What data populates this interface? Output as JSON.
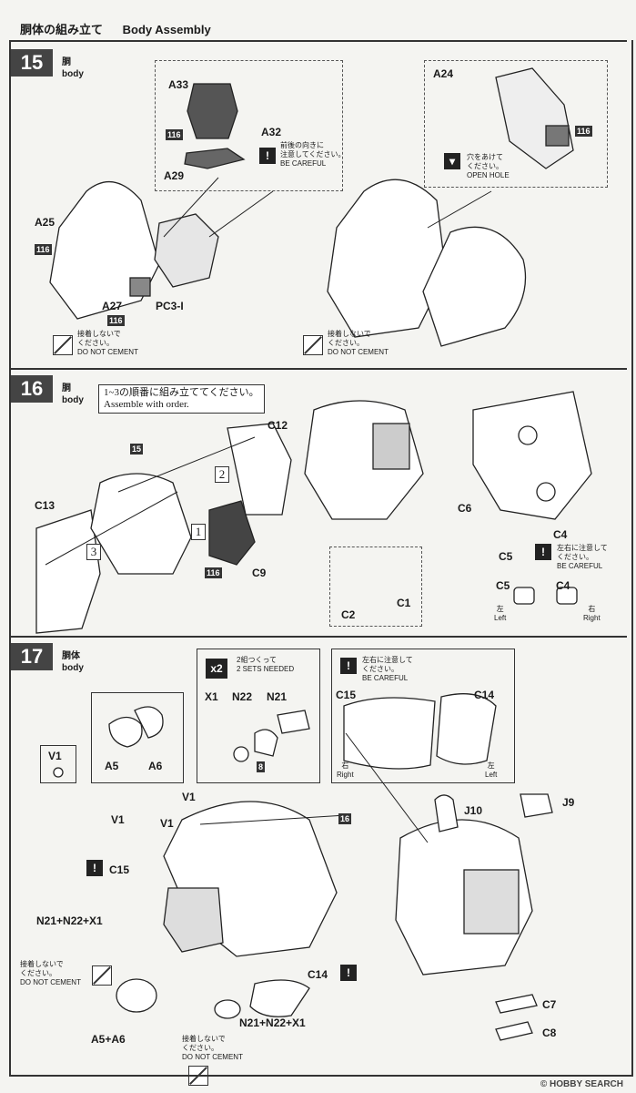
{
  "title": {
    "jp": "胴体の組み立て",
    "en": "Body Assembly"
  },
  "step15": {
    "num": "15",
    "sub_jp": "胴",
    "sub_en": "body",
    "parts": {
      "a33": "A33",
      "a32": "A32",
      "a29": "A29",
      "a25": "A25",
      "a27": "A27",
      "pc3i": "PC3-I",
      "a24": "A24"
    },
    "badge": "116",
    "careful": {
      "jp1": "前後の向きに",
      "jp2": "注意してください。",
      "en": "BE CAREFUL"
    },
    "hole": {
      "jp1": "穴をあけて",
      "jp2": "ください。",
      "en": "OPEN HOLE"
    },
    "nocement": {
      "jp1": "接着しないで",
      "jp2": "ください。",
      "en": "DO NOT CEMENT"
    }
  },
  "step16": {
    "num": "16",
    "sub_jp": "胴",
    "sub_en": "body",
    "order": {
      "jp": "1~3の順番に組み立ててください。",
      "en": "Assemble with order."
    },
    "ref": "15",
    "nums": {
      "n1": "1",
      "n2": "2",
      "n3": "3"
    },
    "parts": {
      "c12": "C12",
      "c13": "C13",
      "c9": "C9",
      "c6": "C6",
      "c1": "C1",
      "c2": "C2",
      "c5": "C5",
      "c4": "C4"
    },
    "badge": "116",
    "careful": {
      "jp1": "左右に注意して",
      "jp2": "ください。",
      "en": "BE CAREFUL"
    },
    "left": {
      "jp": "左",
      "en": "Left"
    },
    "right": {
      "jp": "右",
      "en": "Right"
    }
  },
  "step17": {
    "num": "17",
    "sub_jp": "胴体",
    "sub_en": "body",
    "sets": {
      "mult": "x2",
      "jp": "2組つくって",
      "en": "2 SETS NEEDED"
    },
    "careful": {
      "jp": "左右に注意して",
      "jp2": "ください。",
      "en": "BE CAREFUL"
    },
    "parts": {
      "v1": "V1",
      "a5": "A5",
      "a6": "A6",
      "x1": "X1",
      "n22": "N22",
      "n21": "N21",
      "c15": "C15",
      "c14": "C14",
      "j10": "J10",
      "j9": "J9",
      "c7": "C7",
      "c8": "C8",
      "combo1": "N21+N22+X1",
      "combo2": "A5+A6",
      "combo3": "N21+N22+X1"
    },
    "badge8": "8",
    "ref": "16",
    "right": {
      "jp": "右",
      "en": "Right"
    },
    "left": {
      "jp": "左",
      "en": "Left"
    },
    "nocement": {
      "jp1": "接着しないで",
      "jp2": "ください。",
      "en": "DO NOT CEMENT"
    }
  },
  "footer": "© HOBBY SEARCH"
}
